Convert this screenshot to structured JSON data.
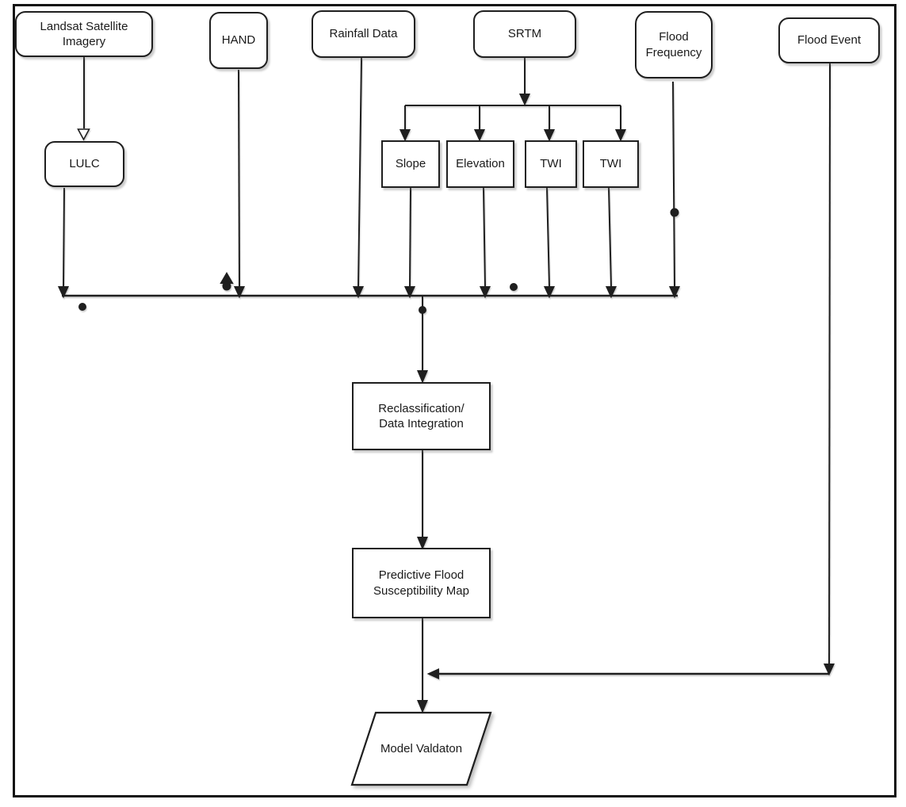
{
  "nodes": {
    "landsat": {
      "label": "Landsat Satellite\nImagery"
    },
    "hand": {
      "label": "HAND"
    },
    "rainfall": {
      "label": "Rainfall Data"
    },
    "srtm": {
      "label": "SRTM"
    },
    "flood_frequency": {
      "label": "Flood\nFrequency"
    },
    "flood_event": {
      "label": "Flood Event"
    },
    "lulc": {
      "label": "LULC"
    },
    "slope": {
      "label": "Slope"
    },
    "elevation": {
      "label": "Elevation"
    },
    "twi_1": {
      "label": "TWI"
    },
    "twi_2": {
      "label": "TWI"
    },
    "reclassification": {
      "label": "Reclassification/\nData Integration"
    },
    "predictive_map": {
      "label": "Predictive Flood\nSusceptibility Map"
    },
    "model_validation": {
      "label": "Model Valdaton"
    }
  },
  "edges": [
    {
      "from": "Landsat Satellite Imagery",
      "to": "LULC",
      "style": "hollow-arrow"
    },
    {
      "from": "SRTM",
      "to": "Slope"
    },
    {
      "from": "SRTM",
      "to": "Elevation"
    },
    {
      "from": "SRTM",
      "to": "TWI"
    },
    {
      "from": "SRTM",
      "to": "TWI"
    },
    {
      "from": "LULC",
      "to": "Reclassification/Data Integration"
    },
    {
      "from": "HAND",
      "to": "Reclassification/Data Integration"
    },
    {
      "from": "Rainfall Data",
      "to": "Reclassification/Data Integration"
    },
    {
      "from": "Slope",
      "to": "Reclassification/Data Integration"
    },
    {
      "from": "Elevation",
      "to": "Reclassification/Data Integration"
    },
    {
      "from": "TWI",
      "to": "Reclassification/Data Integration"
    },
    {
      "from": "TWI",
      "to": "Reclassification/Data Integration"
    },
    {
      "from": "Flood Frequency",
      "to": "Reclassification/Data Integration"
    },
    {
      "from": "Reclassification/Data Integration",
      "to": "Predictive Flood Susceptibility Map"
    },
    {
      "from": "Predictive Flood Susceptibility Map",
      "to": "Model Valdaton"
    },
    {
      "from": "Flood Event",
      "to": "Model Valdaton"
    }
  ],
  "colors": {
    "stroke": "#1f1f1f",
    "node_fill": "#ffffff",
    "background": "#ffffff"
  }
}
